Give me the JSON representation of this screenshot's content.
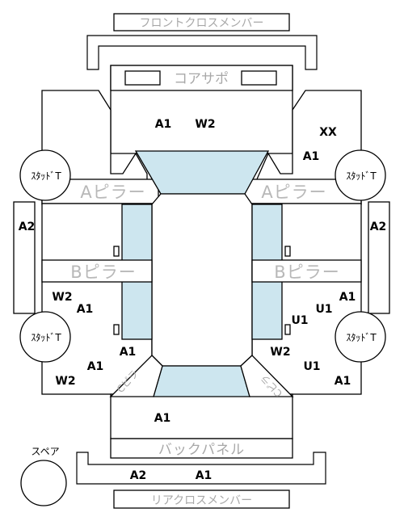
{
  "labels": {
    "front_cross_member": "フロントクロスメンバー",
    "core_support": "コアサポ",
    "a_pillar": "Aピラー",
    "b_pillar": "Bピラー",
    "back_panel": "バックパネル",
    "rear_cross_member": "リアクロスメンバー",
    "spare": "スペア",
    "strut": "ｽﾀｯﾄﾞT",
    "c_pillar": "Cピラ"
  },
  "codes": {
    "front_top_a1": "A1",
    "front_top_w2": "W2",
    "right_front_xx": "XX",
    "right_front_a1": "A1",
    "left_side_a2": "A2",
    "right_side_a2": "A2",
    "left_mid_w2": "W2",
    "left_mid_a1": "A1",
    "right_mid_a1": "A1",
    "right_mid_u1_a": "U1",
    "right_mid_u1_b": "U1",
    "left_rear_a1_inner": "A1",
    "left_rear_a1": "A1",
    "left_rear_w2": "W2",
    "right_rear_w2": "W2",
    "right_rear_u1": "U1",
    "right_rear_a1": "A1",
    "trunk_a1": "A1",
    "rear_member_a2": "A2",
    "rear_member_a1": "A1"
  }
}
